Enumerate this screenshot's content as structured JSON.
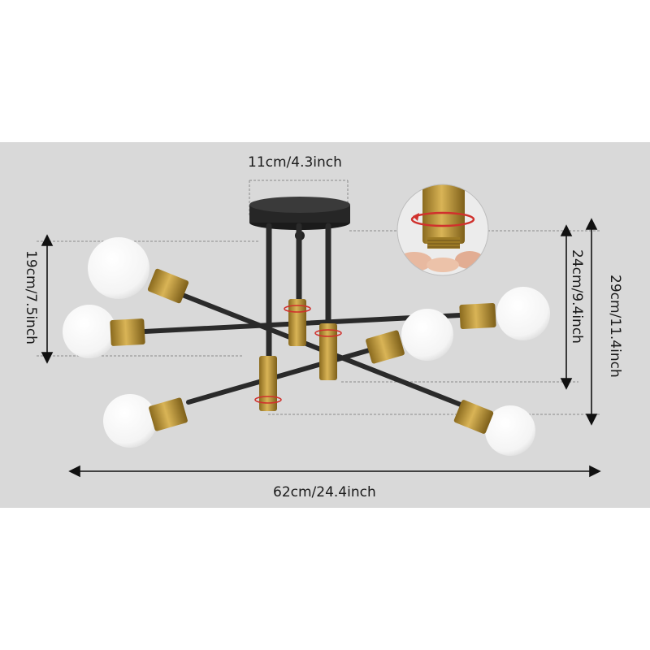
{
  "background": {
    "panel_color": "#d9d9d9",
    "page_color": "#ffffff"
  },
  "product": {
    "name_icon": "ceiling-light-fixture-icon",
    "arm_color": "#2a2a2a",
    "socket_color": "#b8912e",
    "bulb_color": "#ffffff",
    "bulb_count": 6
  },
  "dimensions": {
    "canopy_width": "11cm/4.3inch",
    "total_width": "62cm/24.4inch",
    "left_height": "19cm/7.5inch",
    "middle_height": "24cm/9.4inch",
    "total_height": "29cm/11.4inch"
  },
  "inset": {
    "icon": "rotate-socket-icon",
    "rotation_marker_color": "#d0312d"
  }
}
